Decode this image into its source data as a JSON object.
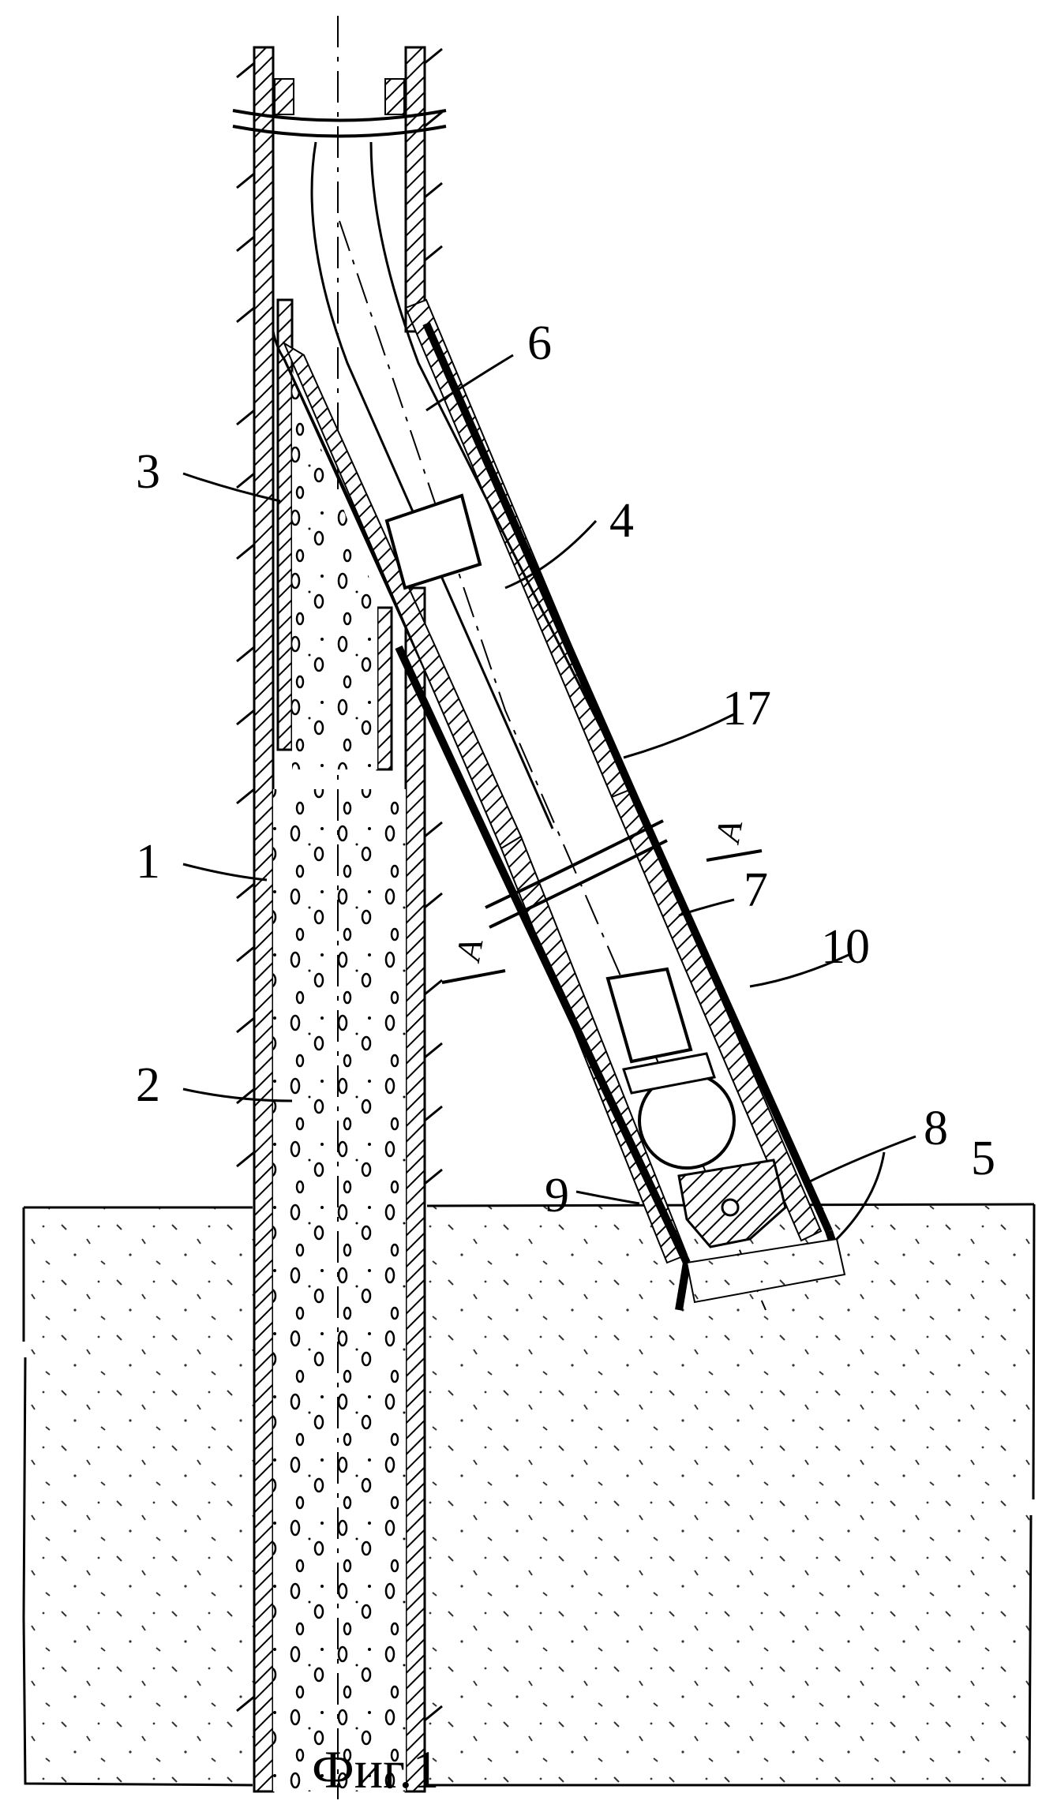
{
  "figure": {
    "caption": "Фиг.1",
    "labels": {
      "l1": "1",
      "l2": "2",
      "l3": "3",
      "l4": "4",
      "l5": "5",
      "l6": "6",
      "l7": "7",
      "l8": "8",
      "l9": "9",
      "l10": "10",
      "l17": "17"
    },
    "section_marks": {
      "left": "A",
      "right": "A"
    }
  }
}
